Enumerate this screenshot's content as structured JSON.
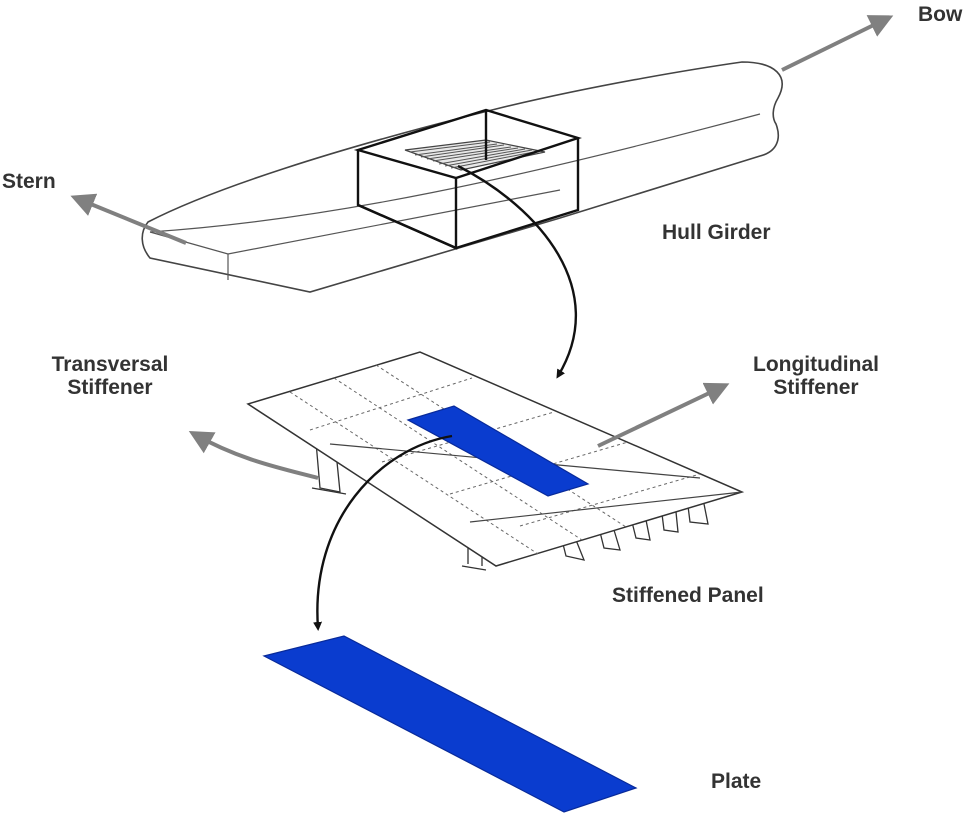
{
  "labels": {
    "bow": "Bow",
    "stern": "Stern",
    "hull_girder": "Hull Girder",
    "transversal_stiffener_line1": "Transversal",
    "transversal_stiffener_line2": "Stiffener",
    "longitudinal_stiffener_line1": "Longitudinal",
    "longitudinal_stiffener_line2": "Stiffener",
    "stiffened_panel": "Stiffened Panel",
    "plate": "Plate"
  },
  "colors": {
    "plate_fill": "#0a3ccf",
    "arrow_grey": "#808080",
    "outline": "#3a3a3a",
    "label_text": "#333333"
  }
}
